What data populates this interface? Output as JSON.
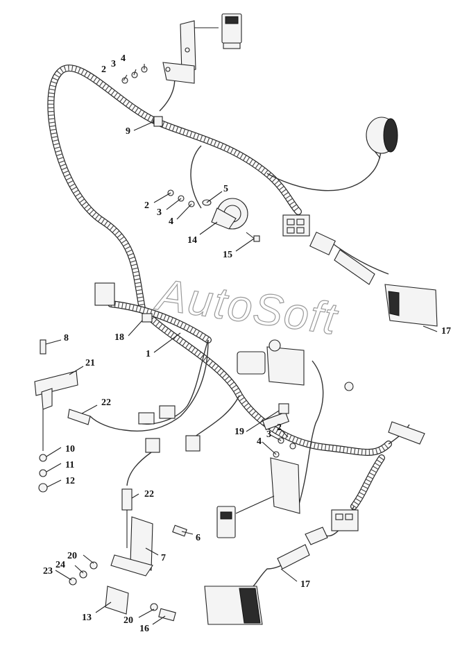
{
  "watermark": "AutoSoft",
  "callouts": {
    "c1": "1",
    "c2a": "2",
    "c2b": "2",
    "c2c": "2",
    "c3a": "3",
    "c3b": "3",
    "c3c": "3",
    "c4a": "4",
    "c4b": "4",
    "c4c": "4",
    "c5": "5",
    "c6": "6",
    "c7": "7",
    "c8": "8",
    "c9": "9",
    "c10": "10",
    "c11": "11",
    "c12": "12",
    "c13": "13",
    "c14": "14",
    "c15": "15",
    "c16": "16",
    "c17a": "17",
    "c17b": "17",
    "c18": "18",
    "c19": "19",
    "c20a": "20",
    "c20b": "20",
    "c21": "21",
    "c22a": "22",
    "c22b": "22",
    "c23": "23",
    "c24": "24"
  }
}
